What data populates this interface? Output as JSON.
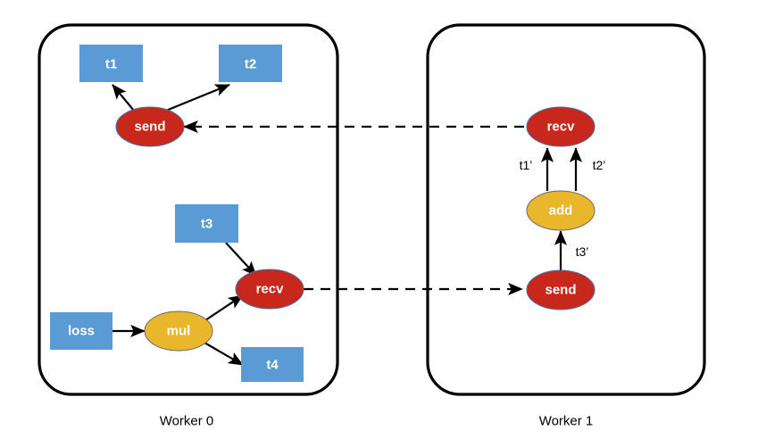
{
  "figure": {
    "background": "#ffffff",
    "colors": {
      "tensor_blue": "#5B9BD5",
      "comm_red": "#C8281C",
      "compute_yellow": "#E8B72C",
      "stroke_black": "#000000",
      "text_white": "#ffffff"
    }
  },
  "workers": [
    {
      "id": "worker-0",
      "caption": "Worker 0",
      "nodes": [
        {
          "id": "w0-t1",
          "label": "t1",
          "shape": "box"
        },
        {
          "id": "w0-t2",
          "label": "t2",
          "shape": "box"
        },
        {
          "id": "w0-send",
          "label": "send",
          "shape": "ellipse"
        },
        {
          "id": "w0-t3",
          "label": "t3",
          "shape": "box"
        },
        {
          "id": "w0-recv",
          "label": "recv",
          "shape": "ellipse"
        },
        {
          "id": "w0-loss",
          "label": "loss",
          "shape": "box"
        },
        {
          "id": "w0-mul",
          "label": "mul",
          "shape": "ellipse"
        },
        {
          "id": "w0-t4",
          "label": "t4",
          "shape": "box"
        }
      ]
    },
    {
      "id": "worker-1",
      "caption": "Worker 1",
      "nodes": [
        {
          "id": "w1-recv",
          "label": "recv",
          "shape": "ellipse"
        },
        {
          "id": "w1-add",
          "label": "add",
          "shape": "ellipse"
        },
        {
          "id": "w1-send",
          "label": "send",
          "shape": "ellipse"
        }
      ]
    }
  ],
  "edge_labels": {
    "t1p": "t1’",
    "t2p": "t2’",
    "t3p": "t3’"
  },
  "edges": [
    {
      "id": "e-send-t1",
      "from": "w0-send",
      "to": "w0-t1",
      "style": "solid",
      "label": ""
    },
    {
      "id": "e-send-t2",
      "from": "w0-send",
      "to": "w0-t2",
      "style": "solid",
      "label": ""
    },
    {
      "id": "e-t3-recv",
      "from": "w0-t3",
      "to": "w0-recv",
      "style": "solid",
      "label": ""
    },
    {
      "id": "e-loss-mul",
      "from": "w0-loss",
      "to": "w0-mul",
      "style": "solid",
      "label": ""
    },
    {
      "id": "e-mul-recv",
      "from": "w0-mul",
      "to": "w0-recv",
      "style": "solid",
      "label": ""
    },
    {
      "id": "e-mul-t4",
      "from": "w0-mul",
      "to": "w0-t4",
      "style": "solid",
      "label": ""
    },
    {
      "id": "e-w1recv-w0send",
      "from": "w1-recv",
      "to": "w0-send",
      "style": "dashed",
      "label": ""
    },
    {
      "id": "e-w0recv-w1send",
      "from": "w0-recv",
      "to": "w1-send",
      "style": "dashed",
      "label": ""
    },
    {
      "id": "e-add-recv-left",
      "from": "w1-add",
      "to": "w1-recv",
      "style": "solid",
      "label": "t1’"
    },
    {
      "id": "e-add-recv-right",
      "from": "w1-add",
      "to": "w1-recv",
      "style": "solid",
      "label": "t2’"
    },
    {
      "id": "e-send-add",
      "from": "w1-send",
      "to": "w1-add",
      "style": "solid",
      "label": "t3’"
    }
  ]
}
